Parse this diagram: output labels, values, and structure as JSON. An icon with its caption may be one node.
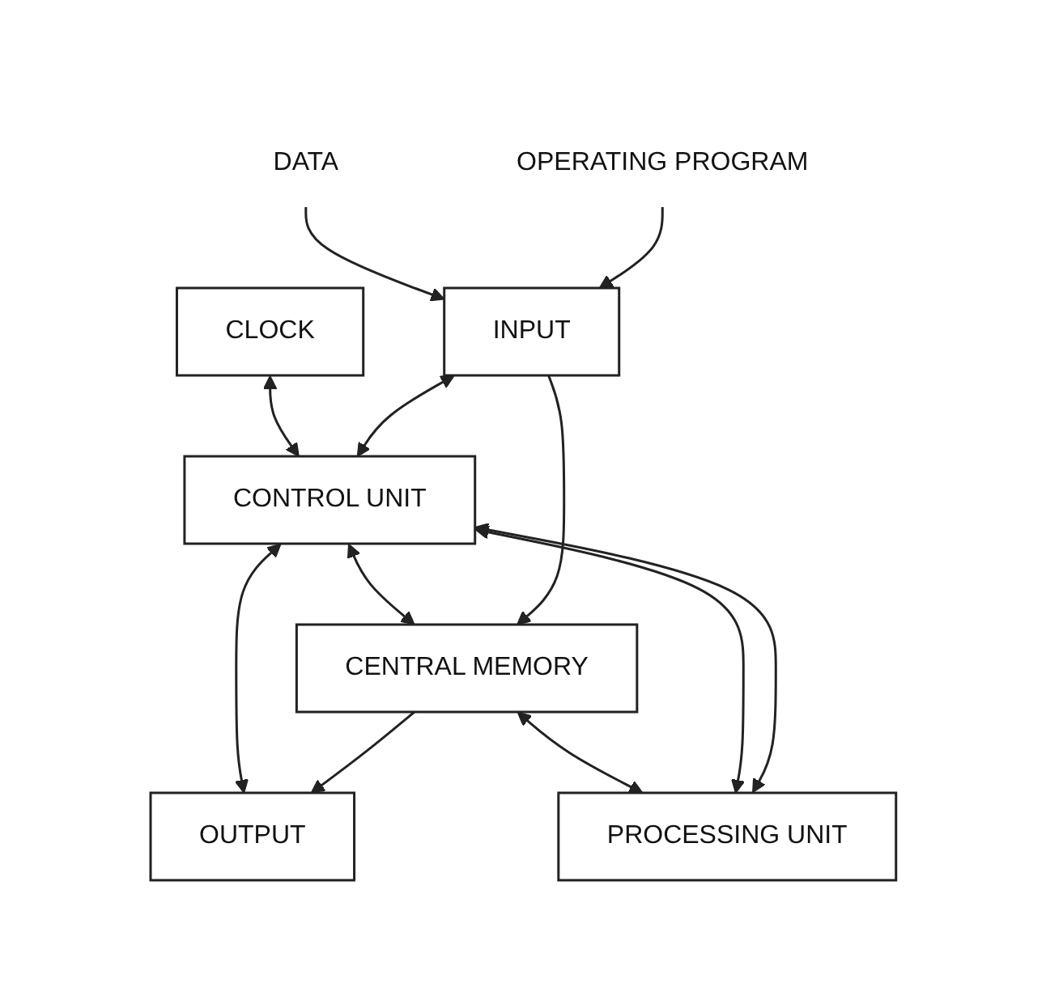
{
  "diagram": {
    "nodes": [
      {
        "text": [
          "CLOCK"
        ]
      },
      {
        "text": [
          "CONTROL UNIT"
        ]
      },
      {
        "text": [
          "INPUT"
        ]
      },
      {
        "text": [
          "CENTRAL MEMORY"
        ]
      },
      {
        "text": [
          "OUTPUT"
        ]
      },
      {
        "text": [
          "DATA"
        ]
      },
      {
        "text": [
          "OPERATING PROGRAM"
        ]
      },
      {
        "text": [
          "PROCESSING UNIT"
        ]
      }
    ],
    "edges": [
      {
        "from": 0,
        "to": 1,
        "arrow": "both"
      },
      {
        "from": 2,
        "to": 1,
        "arrow": "both"
      },
      {
        "from": 1,
        "to": 4,
        "arrow": "both"
      },
      {
        "from": 1,
        "to": 3,
        "arrow": "both"
      },
      {
        "from": 2,
        "to": 3,
        "arrow": "to"
      },
      {
        "from": 3,
        "to": 4,
        "arrow": "to"
      },
      {
        "from": 3,
        "to": 7,
        "arrow": "both"
      },
      {
        "from": 7,
        "to": 1,
        "arrow": "both"
      },
      {
        "from": 1,
        "to": 7,
        "arrow": "both"
      },
      {
        "from": 5,
        "to": 2,
        "arrow": "to"
      },
      {
        "from": 6,
        "to": 2,
        "arrow": "to"
      }
    ]
  }
}
